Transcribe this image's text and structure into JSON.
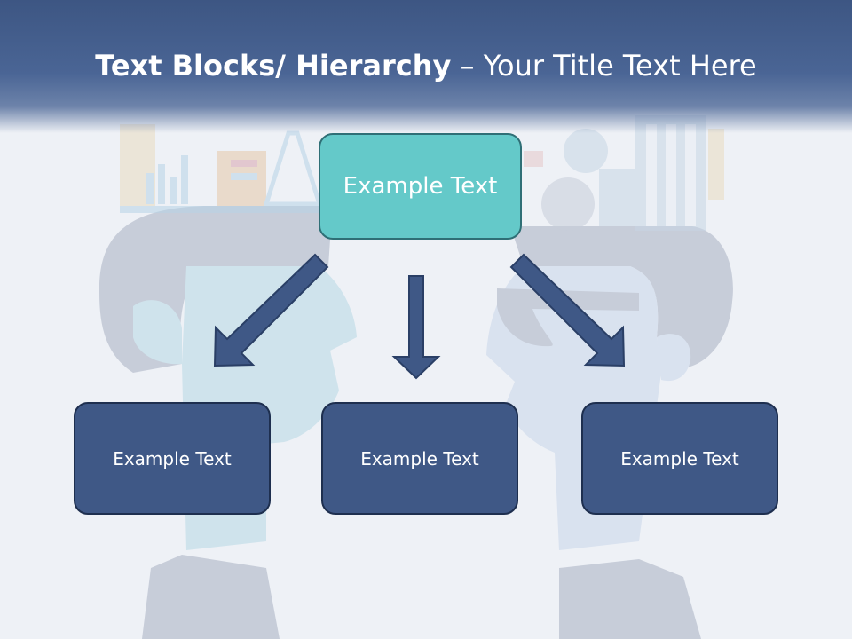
{
  "slide": {
    "title_bold": "Text Blocks/ Hierarchy",
    "title_dash": " – ",
    "title_rest": "Your Title Text Here"
  },
  "top_box": {
    "label": "Example Text"
  },
  "child_boxes": [
    {
      "label": "Example Text"
    },
    {
      "label": "Example Text"
    },
    {
      "label": "Example Text"
    }
  ],
  "colors": {
    "header": "#3d5683",
    "top_box_fill": "#64c9c9",
    "child_box_fill": "#3f5886",
    "arrow_fill": "#3f5886"
  }
}
